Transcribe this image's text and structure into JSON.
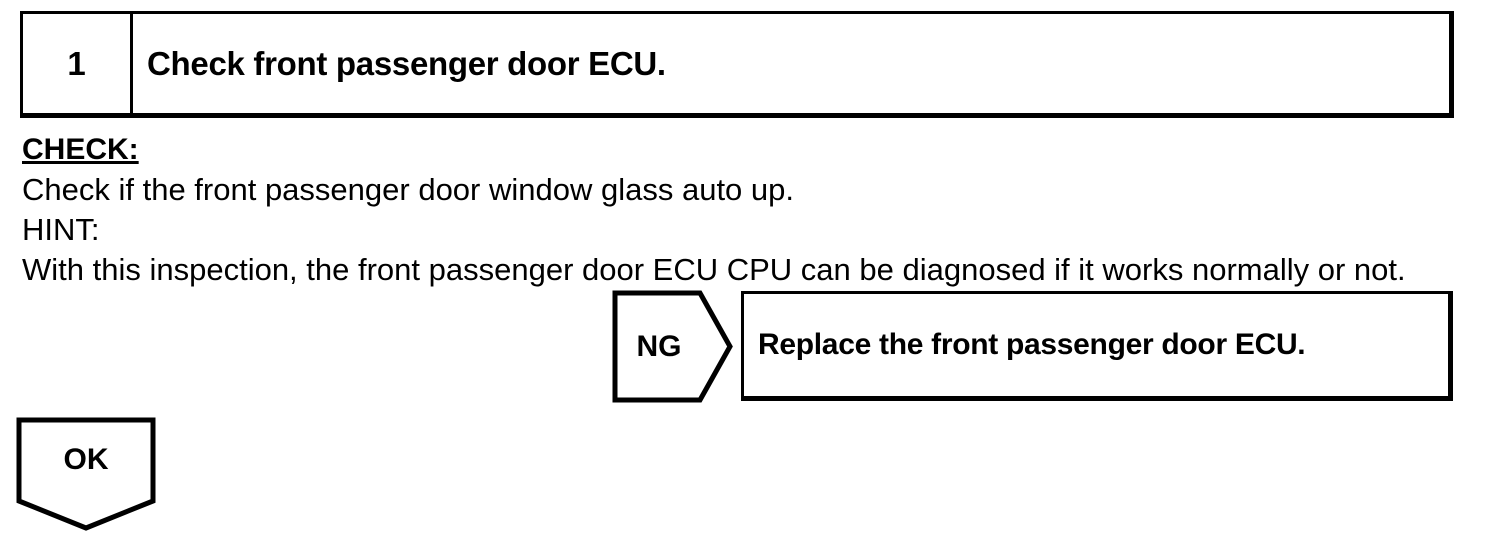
{
  "page": {
    "background_color": "#ffffff",
    "ink_color": "#000000"
  },
  "step": {
    "number": "1",
    "title": "Check front passenger door ECU."
  },
  "check": {
    "heading": "CHECK:",
    "instruction": "Check if the front passenger door window glass auto up.",
    "hint_label": "HINT:",
    "hint_text": "With this inspection, the front passenger door ECU CPU can be diagnosed if it works normally or not."
  },
  "branches": {
    "ng": {
      "label": "NG",
      "action": "Replace the front passenger door ECU."
    },
    "ok": {
      "label": "OK"
    }
  }
}
